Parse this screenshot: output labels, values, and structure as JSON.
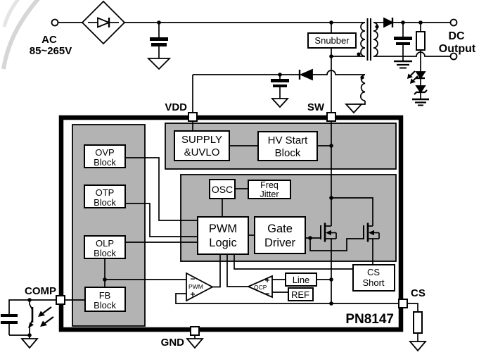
{
  "colors": {
    "gray_fill": "#b3b3b3",
    "line": "#000000",
    "artifact": "#d6d6d6"
  },
  "input": {
    "label": "AC",
    "voltage": "85~265V"
  },
  "output": {
    "label": "DC",
    "label2": "Output"
  },
  "snubber": {
    "label": "Snubber"
  },
  "chip": {
    "name": "PN8147",
    "pins": {
      "vdd": "VDD",
      "sw": "SW",
      "comp": "COMP",
      "gnd": "GND",
      "cs": "CS"
    },
    "blocks": {
      "supply_uvlo": {
        "line1": "SUPPLY",
        "line2": "&UVLO"
      },
      "hv_start": {
        "line1": "HV Start",
        "line2": "Block"
      },
      "ovp": {
        "line1": "OVP",
        "line2": "Block"
      },
      "otp": {
        "line1": "OTP",
        "line2": "Block"
      },
      "olp": {
        "line1": "OLP",
        "line2": "Block"
      },
      "fb": {
        "line1": "FB",
        "line2": "Block"
      },
      "osc": {
        "label": "OSC"
      },
      "freq_jitter": {
        "line1": "Freq",
        "line2": "Jitter"
      },
      "pwm_logic": {
        "line1": "PWM",
        "line2": "Logic"
      },
      "gate_driver": {
        "line1": "Gate",
        "line2": "Driver"
      },
      "line": {
        "label": "Line"
      },
      "ref": {
        "label": "REF"
      },
      "cs_short": {
        "line1": "CS",
        "line2": "Short"
      }
    },
    "comparators": {
      "pwm": {
        "label": "PWM",
        "plus": "+",
        "minus": "−"
      },
      "ocp": {
        "label": "OCP",
        "plus": "+",
        "minus": "−"
      }
    }
  }
}
